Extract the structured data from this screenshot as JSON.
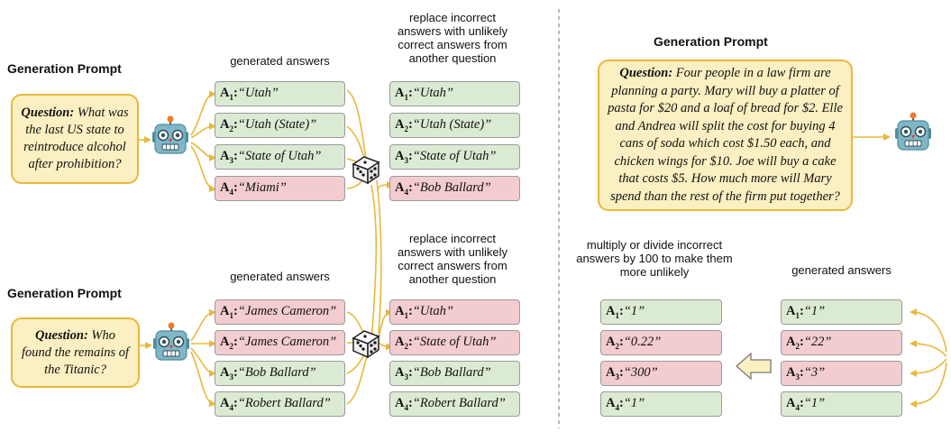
{
  "left": {
    "prompt_title_1": "Generation Prompt",
    "question_label": "Question:",
    "question_1": "What was the last US state to reintroduce alcohol after prohibition?",
    "generated_label_1": "generated answers",
    "answers_1": [
      {
        "key": "A",
        "sub": "1",
        "value": "“Utah”",
        "status": "correct"
      },
      {
        "key": "A",
        "sub": "2",
        "value": "“Utah (State)”",
        "status": "correct"
      },
      {
        "key": "A",
        "sub": "3",
        "value": "“State of Utah”",
        "status": "correct"
      },
      {
        "key": "A",
        "sub": "4",
        "value": "“Miami”",
        "status": "incorrect"
      }
    ],
    "replace_label_1": "replace incorrect answers with unlikely correct answers from another question",
    "replaced_1": [
      {
        "key": "A",
        "sub": "1",
        "value": "“Utah”",
        "status": "correct"
      },
      {
        "key": "A",
        "sub": "2",
        "value": "“Utah (State)”",
        "status": "correct"
      },
      {
        "key": "A",
        "sub": "3",
        "value": "“State of Utah”",
        "status": "correct"
      },
      {
        "key": "A",
        "sub": "4",
        "value": "“Bob Ballard”",
        "status": "incorrect"
      }
    ],
    "prompt_title_2": "Generation Prompt",
    "question_2": "Who found the remains of the Titanic?",
    "generated_label_2": "generated answers",
    "answers_2": [
      {
        "key": "A",
        "sub": "1",
        "value": "“James Cameron”",
        "status": "incorrect"
      },
      {
        "key": "A",
        "sub": "2",
        "value": "“James Cameron”",
        "status": "incorrect"
      },
      {
        "key": "A",
        "sub": "3",
        "value": "“Bob Ballard”",
        "status": "correct"
      },
      {
        "key": "A",
        "sub": "4",
        "value": "“Robert Ballard”",
        "status": "correct"
      }
    ],
    "replace_label_2": "replace incorrect answers with unlikely correct answers from another question",
    "replaced_2": [
      {
        "key": "A",
        "sub": "1",
        "value": "“Utah”",
        "status": "incorrect"
      },
      {
        "key": "A",
        "sub": "2",
        "value": "“State of Utah”",
        "status": "incorrect"
      },
      {
        "key": "A",
        "sub": "3",
        "value": "“Bob Ballard”",
        "status": "correct"
      },
      {
        "key": "A",
        "sub": "4",
        "value": "“Robert Ballard”",
        "status": "correct"
      }
    ]
  },
  "right": {
    "prompt_title": "Generation Prompt",
    "question": "Four people in a law firm are planning a party. Mary will buy a platter of pasta for $20 and a loaf of bread for $2. Elle and Andrea will split the cost for buying 4 cans of soda which cost $1.50 each, and chicken wings for $10. Joe will buy a cake that costs $5. How much more will Mary spend than the rest of the firm put together?",
    "multiply_label": "multiply or divide incorrect answers by 100 to make them more unlikely",
    "generated_label": "generated answers",
    "modified": [
      {
        "key": "A",
        "sub": "1",
        "value": "“1”",
        "status": "correct"
      },
      {
        "key": "A",
        "sub": "2",
        "value": "“0.22”",
        "status": "incorrect"
      },
      {
        "key": "A",
        "sub": "3",
        "value": "“300”",
        "status": "incorrect"
      },
      {
        "key": "A",
        "sub": "4",
        "value": "“1”",
        "status": "correct"
      }
    ],
    "generated": [
      {
        "key": "A",
        "sub": "1",
        "value": "“1”",
        "status": "correct"
      },
      {
        "key": "A",
        "sub": "2",
        "value": "“22”",
        "status": "incorrect"
      },
      {
        "key": "A",
        "sub": "3",
        "value": "“3”",
        "status": "incorrect"
      },
      {
        "key": "A",
        "sub": "4",
        "value": "“1”",
        "status": "correct"
      }
    ]
  },
  "colors": {
    "correct": "#dbebd3",
    "incorrect": "#f3cccf",
    "prompt_bg": "#fcefc1",
    "arrow": "#e8b83a",
    "robot": "#7fb7c7"
  },
  "icons": [
    "robot-icon",
    "dice-icon",
    "left-arrow-icon"
  ]
}
